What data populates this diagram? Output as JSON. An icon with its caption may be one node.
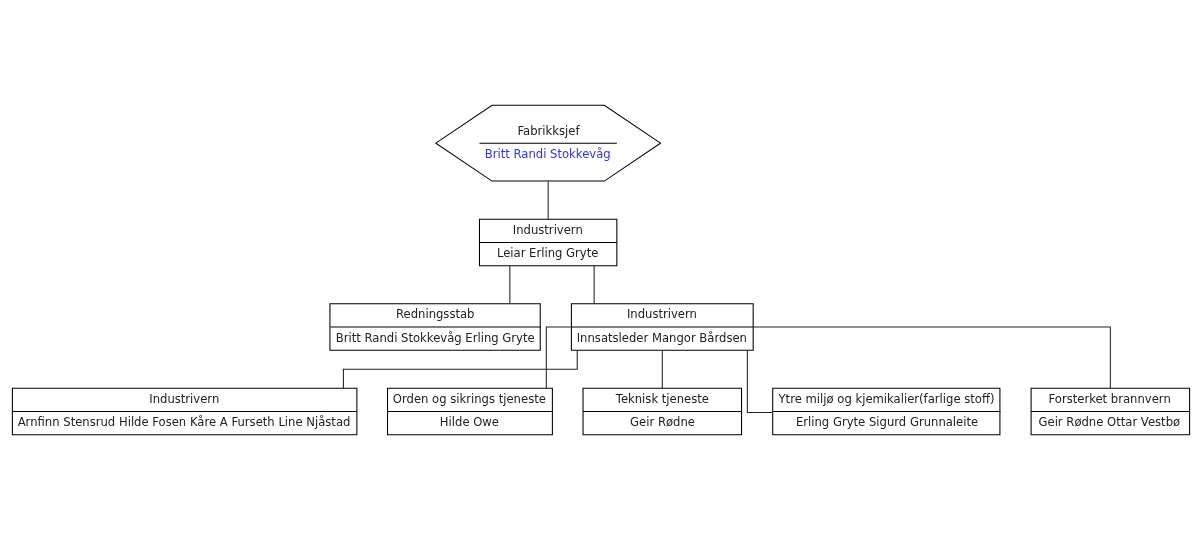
{
  "diagram": {
    "nodes": [
      {
        "text": [
          "Fabrikksjef",
          "Britt Randi Stokkevåg"
        ]
      },
      {
        "text": [
          "Industrivern",
          "Leiar Erling Gryte"
        ]
      },
      {
        "text": [
          "Redningsstab",
          "Britt Randi Stokkevåg Erling Gryte"
        ]
      },
      {
        "text": [
          "Industrivern",
          "Innsatsleder Mangor Bårdsen"
        ]
      },
      {
        "text": [
          "Industrivern",
          "Arnfinn Stensrud Hilde Fosen Kåre A Furseth Line Njåstad"
        ]
      },
      {
        "text": [
          "Orden og sikrings tjeneste",
          "Hilde Owe"
        ]
      },
      {
        "text": [
          "Teknisk tjeneste",
          "Geir Rødne"
        ]
      },
      {
        "text": [
          "Ytre miljø og kjemikalier(farlige stoff)",
          "Erling Gryte Sigurd Grunnaleite"
        ]
      },
      {
        "text": [
          "Forsterket brannvern",
          "Geir Rødne Ottar Vestbø"
        ]
      }
    ],
    "edges": [
      {
        "from": 0,
        "to": 1,
        "arrow": "none"
      },
      {
        "from": 1,
        "to": 2,
        "arrow": "none"
      },
      {
        "from": 1,
        "to": 3,
        "arrow": "none"
      },
      {
        "from": 3,
        "to": 4,
        "arrow": "none"
      },
      {
        "from": 3,
        "to": 5,
        "arrow": "none"
      },
      {
        "from": 3,
        "to": 6,
        "arrow": "none"
      },
      {
        "from": 3,
        "to": 7,
        "arrow": "none"
      },
      {
        "from": 3,
        "to": 8,
        "arrow": "none"
      }
    ]
  }
}
